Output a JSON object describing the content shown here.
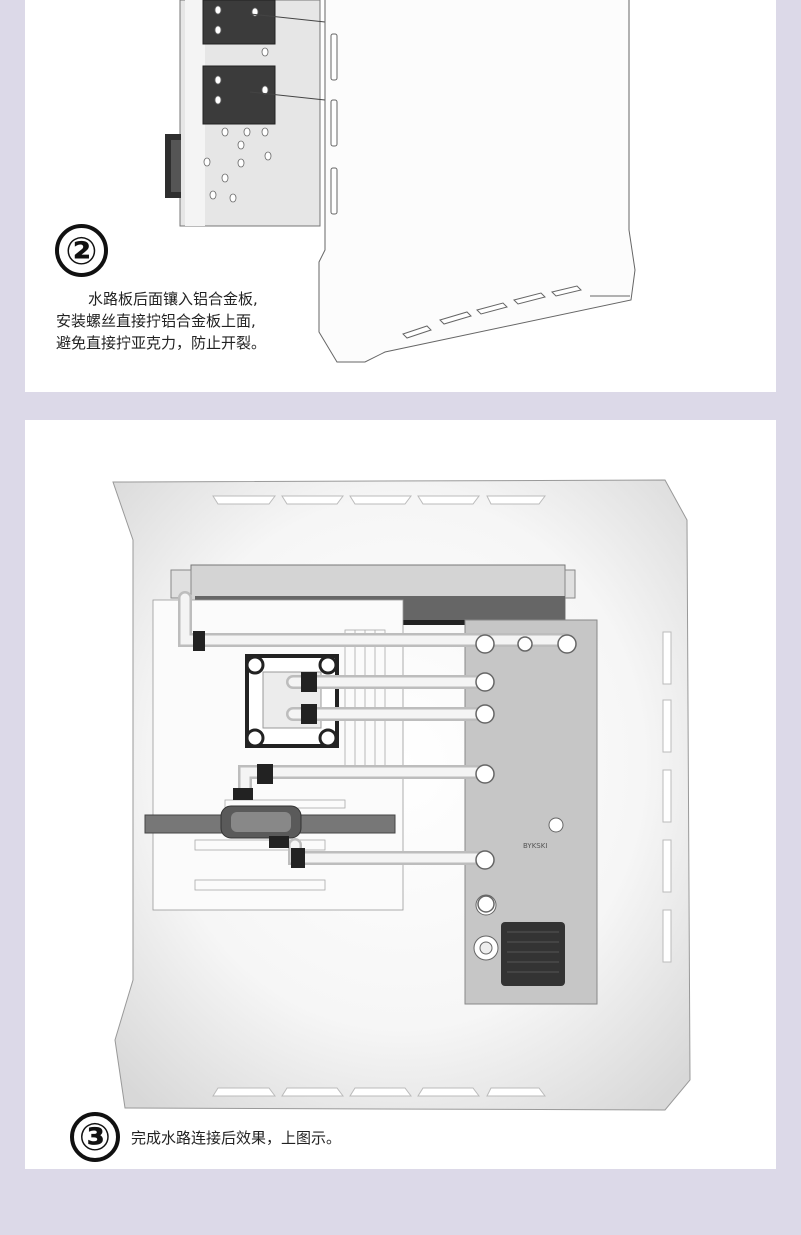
{
  "step2": {
    "number": "②",
    "lines": [
      "水路板后面镶入铝合金板,",
      "安装螺丝直接拧铝合金板上面,",
      "避免直接拧亚克力，防止开裂。"
    ]
  },
  "step3": {
    "number": "③",
    "text": "完成水路连接后效果，上图示。"
  },
  "diagram": {
    "plate_engraving": "BYKSKI"
  }
}
